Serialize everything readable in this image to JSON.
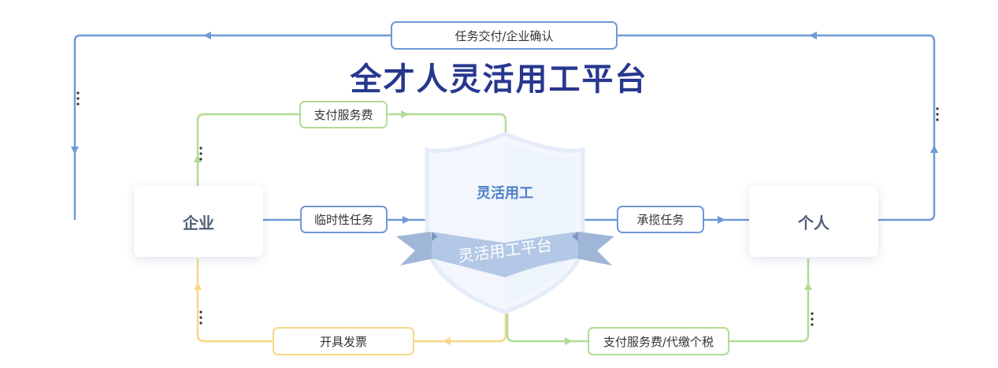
{
  "title": "全才人灵活用工平台",
  "nodes": {
    "enterprise": "企业",
    "individual": "个人"
  },
  "shield": {
    "title": "灵活用工",
    "ribbon": "灵活用工平台"
  },
  "flows": {
    "delivery_confirm": "任务交付/企业确认",
    "pay_service_fee": "支付服务费",
    "temp_task": "临时性任务",
    "accept_task": "承揽任务",
    "issue_invoice": "开具发票",
    "pay_fee_withhold_tax": "支付服务费/代缴个税"
  },
  "colors": {
    "title": "#28378f",
    "blue_flow": "#6e9ad8",
    "green_flow": "#b1dc94",
    "yellow_flow": "#f6d886",
    "shield_fill": "#f3f7fd",
    "ribbon": "#b3c8e6"
  }
}
